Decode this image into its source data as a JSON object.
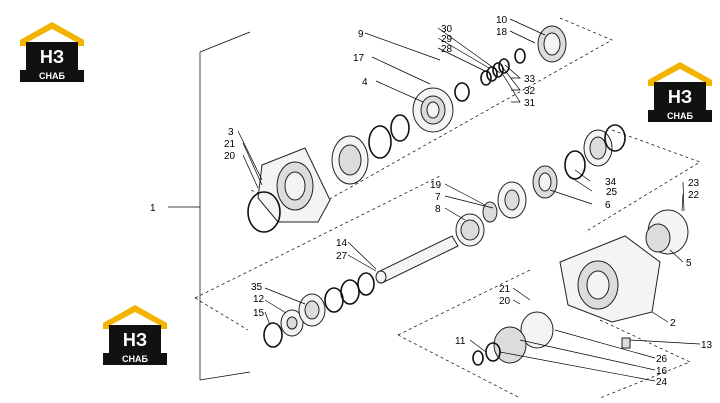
{
  "logos": {
    "mark": "НЗ",
    "sub": "СНАБ",
    "colors": {
      "roof": "#f2b400",
      "dark": "#111111",
      "accent": "#f2b400"
    }
  },
  "labels": {
    "l1": "1",
    "l2": "2",
    "l3": "3",
    "l4": "4",
    "l5": "5",
    "l6": "6",
    "l7": "7",
    "l8": "8",
    "l9": "9",
    "l10": "10",
    "l11": "11",
    "l12": "12",
    "l13": "13",
    "l14": "14",
    "l15": "15",
    "l16": "16",
    "l17": "17",
    "l18": "18",
    "l19": "19",
    "l20a": "20",
    "l20b": "20",
    "l21a": "21",
    "l21b": "21",
    "l22": "22",
    "l23": "23",
    "l24": "24",
    "l25": "25",
    "l26": "26",
    "l27": "27",
    "l28": "28",
    "l29": "29",
    "l30": "30",
    "l31": "31",
    "l32": "32",
    "l33": "33",
    "l34": "34",
    "l35": "35"
  }
}
